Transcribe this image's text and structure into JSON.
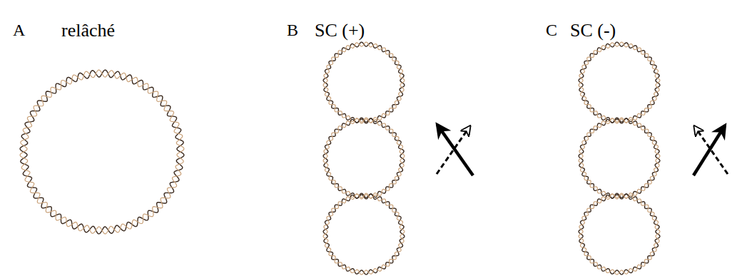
{
  "diagram": {
    "labels": [
      "A",
      "relâché",
      "B",
      "SC (+)",
      "C",
      "SC (-)"
    ]
  }
}
